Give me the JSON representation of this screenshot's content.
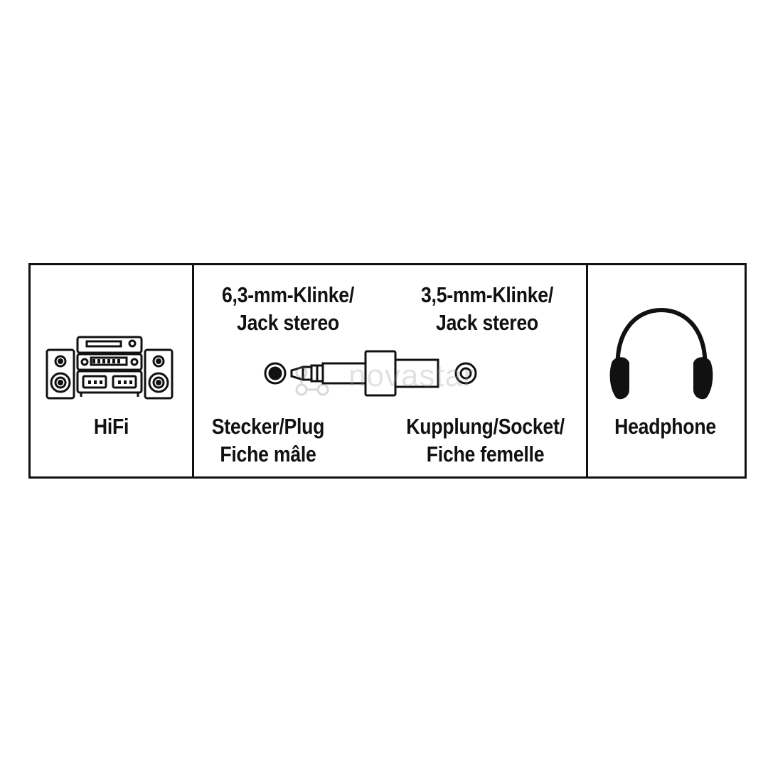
{
  "panels": {
    "hifi": {
      "label": "HiFi",
      "icon": "hifi-stereo-system-icon"
    },
    "adapter": {
      "plug_spec": {
        "line1": "6,3-mm-Klinke/",
        "line2": "Jack stereo"
      },
      "socket_spec": {
        "line1": "3,5-mm-Klinke/",
        "line2": "Jack stereo"
      },
      "plug_name": {
        "line1": "Stecker/Plug",
        "line2": "Fiche mâle"
      },
      "socket_name": {
        "line1": "Kupplung/Socket/",
        "line2": "Fiche femelle"
      },
      "icon": "jack-adapter-icon"
    },
    "headphone": {
      "label": "Headphone",
      "icon": "headphone-icon"
    }
  },
  "watermark": {
    "text": "novastar"
  },
  "colors": {
    "line": "#111111",
    "background": "#ffffff"
  }
}
